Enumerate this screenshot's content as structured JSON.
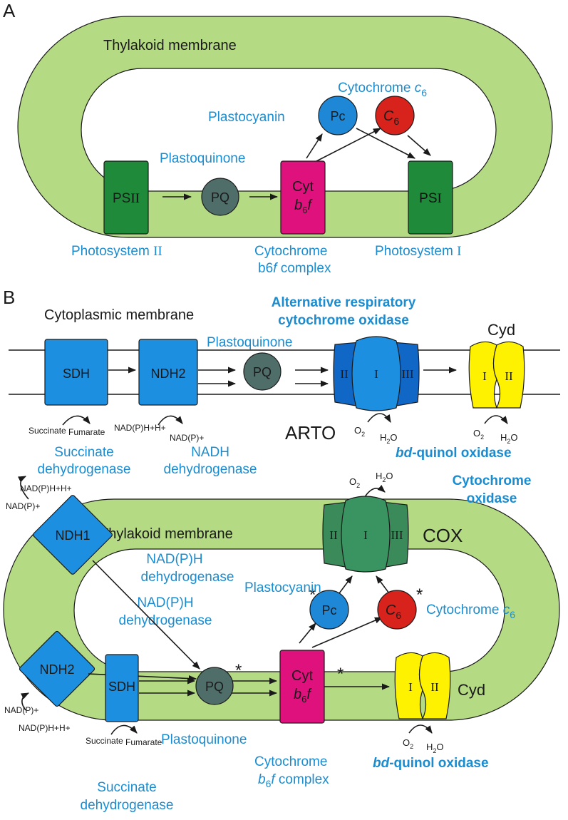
{
  "colors": {
    "membrane": "#b5da84",
    "label": "#1a8ccf",
    "ps": "#1e8a3a",
    "cyt": "#df127d",
    "pc": "#1f88d6",
    "c6": "#d8231c",
    "pq": "#4f6e6a",
    "blue_box": "#1c8fe0",
    "arto": "#1167c6",
    "cox": "#3a8a5a",
    "cyd": "#fff200"
  },
  "panel_a": {
    "letter": "A",
    "membrane_label": "Thylakoid membrane",
    "psii": {
      "text": "PS",
      "roman": "II"
    },
    "pq": "PQ",
    "cyt_line1": "Cyt",
    "cyt_b": "b",
    "cyt_sub": "6",
    "cyt_f": "f",
    "psi": {
      "text": "PS",
      "roman": "I"
    },
    "pc": "Pc",
    "c6": "C",
    "c6_sub": "6",
    "plastocyanin_label": "Plastocyanin",
    "cytc6_label": "Cytochrome ",
    "cytc6_c": "c",
    "cytc6_sub": "6",
    "plastoquinone_label": "Plastoquinone",
    "photosystem_ii_label": "Photosystem ",
    "photosystem_ii_roman": "II",
    "cytb6f_label_1": "Cytochrome",
    "cytb6f_label_2": "b6",
    "cytb6f_label_2f": "f",
    "cytb6f_label_2b": " complex",
    "photosystem_i_label": "Photosystem ",
    "photosystem_i_roman": "I"
  },
  "panel_b": {
    "letter": "B",
    "cyto_membrane_label": "Cytoplasmic membrane",
    "arto_title_1": "Alternative respiratory",
    "arto_title_2": "cytochrome oxidase",
    "cyd_top": "Cyd",
    "sdh": "SDH",
    "ndh2": "NDH2",
    "plastoquinone_label": "Plastoquinone",
    "pq": "PQ",
    "arto_ii": "II",
    "arto_i": "I",
    "arto_iii": "III",
    "cyd_i": "I",
    "cyd_ii": "II",
    "arto_name": "ARTO",
    "o2": "O",
    "o2_sub": "2",
    "h2o_h": "H",
    "h2o_sub": "2",
    "h2o_o": "O",
    "succinate": "Succinate",
    "fumarate": "Fumarate",
    "nadph_hh": "NAD(P)H+H+",
    "nadp_plus": "NAD(P)+",
    "succ_dh_1": "Succinate",
    "succ_dh_2": "dehydrogenase",
    "nadh_dh_1": "NADH",
    "nadh_dh_2": "dehydrogenase",
    "bdquinol": "bd",
    "bdquinol_rest": "-quinol oxidase",
    "thylakoid": {
      "cox_title_1": "Cytochrome",
      "cox_title_2": "oxidase",
      "membrane_label": "Thylakoid membrane",
      "cox": "COX",
      "cox_ii": "II",
      "cox_i": "I",
      "cox_iii": "III",
      "ndh1": "NDH1",
      "ndh2": "NDH2",
      "sdh": "SDH",
      "nadph_dh_1a": "NAD(P)H",
      "nadph_dh_1b": "dehydrogenase",
      "nadph_dh_2a": "NAD(P)H",
      "nadph_dh_2b": "dehydrogenase",
      "plastocyanin_label": "Plastocyanin",
      "pc": "Pc",
      "c6": "C",
      "c6_sub": "6",
      "star": "*",
      "cytc6_label": "Cytochrome ",
      "cytc6_c": "c",
      "cytc6_sub": "6",
      "pq": "PQ",
      "cyt_line1": "Cyt",
      "cyt_b": "b",
      "cyt_sub": "6",
      "cyt_f": "f",
      "cyd": "Cyd",
      "cyd_i": "I",
      "cyd_ii": "II",
      "plastoquinone_label": "Plastoquinone",
      "cytb6f_label_1": "Cytochrome",
      "cytb6f_b": "b",
      "cytb6f_6": "6",
      "cytb6f_f": "f",
      "cytb6f_rest": " complex",
      "succ_dh_1": "Succinate",
      "succ_dh_2": "dehydrogenase",
      "bdquinol": "bd",
      "bdquinol_rest": "-quinol oxidase"
    }
  }
}
